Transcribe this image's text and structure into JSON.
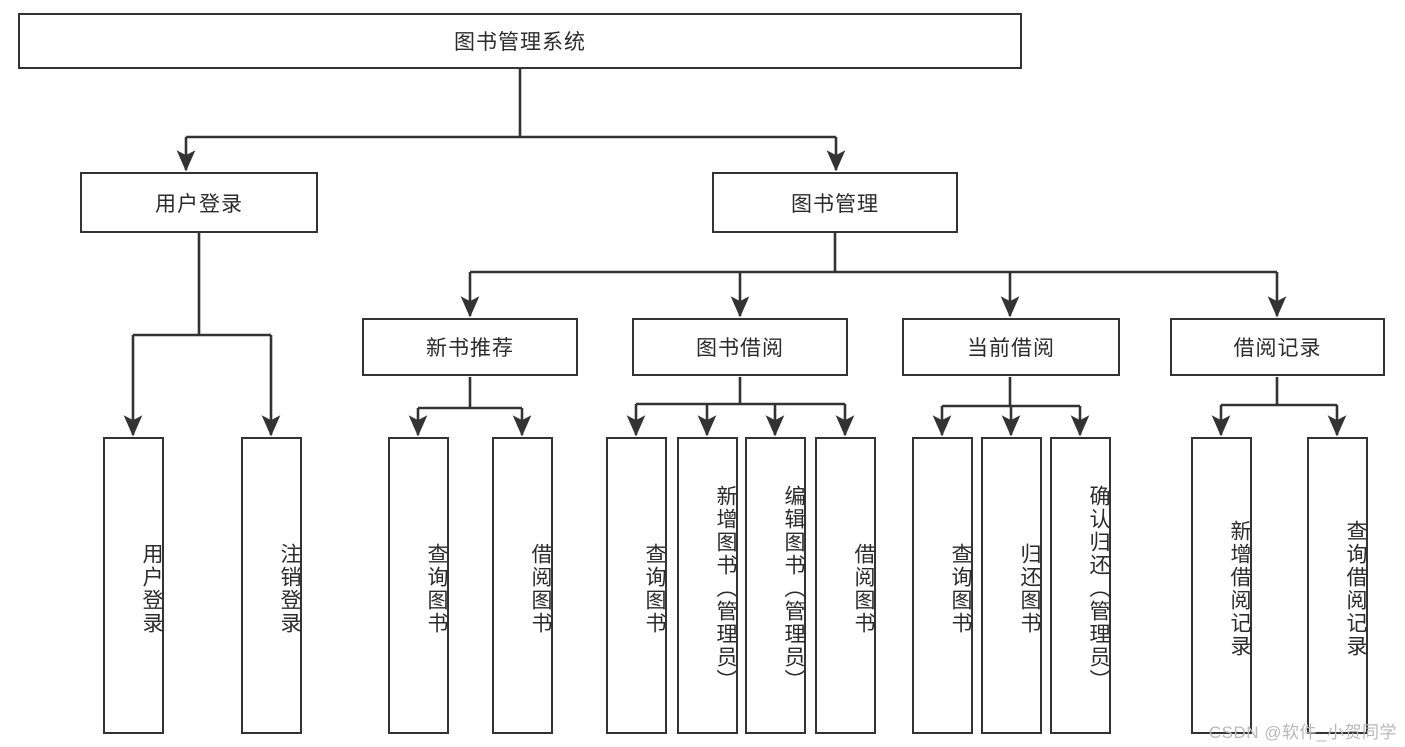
{
  "diagram": {
    "title": "图书管理系统",
    "type": "tree-hierarchy",
    "orientation": "top-down",
    "stroke_color": "#333333",
    "fill_color": "#ffffff",
    "text_color": "#2b2b2b"
  },
  "nodes": {
    "root": {
      "label": "图书管理系统",
      "level": 0
    },
    "level1": [
      {
        "id": "user-login",
        "label": "用户登录"
      },
      {
        "id": "book-manage",
        "label": "图书管理"
      }
    ],
    "level2": [
      {
        "id": "new-book-recommend",
        "label": "新书推荐"
      },
      {
        "id": "book-borrow",
        "label": "图书借阅"
      },
      {
        "id": "current-borrow",
        "label": "当前借阅"
      },
      {
        "id": "borrow-record",
        "label": "借阅记录"
      }
    ],
    "leaves": {
      "user-login": [
        {
          "id": "leaf-user-login",
          "label": "用户登录"
        },
        {
          "id": "leaf-user-logout",
          "label": "注销登录"
        }
      ],
      "new-book-recommend": [
        {
          "id": "leaf-query-book-1",
          "label": "查询图书"
        },
        {
          "id": "leaf-borrow-book-1",
          "label": "借阅图书"
        }
      ],
      "book-borrow": [
        {
          "id": "leaf-query-book-2",
          "label": "查询图书"
        },
        {
          "id": "leaf-add-book",
          "label": "新增图书（管理员）"
        },
        {
          "id": "leaf-edit-book",
          "label": "编辑图书（管理员）"
        },
        {
          "id": "leaf-borrow-book-2",
          "label": "借阅图书"
        }
      ],
      "current-borrow": [
        {
          "id": "leaf-query-book-3",
          "label": "查询图书"
        },
        {
          "id": "leaf-return-book",
          "label": "归还图书"
        },
        {
          "id": "leaf-confirm-return",
          "label": "确认归还（管理员）"
        }
      ],
      "borrow-record": [
        {
          "id": "leaf-add-record",
          "label": "新增借阅记录"
        },
        {
          "id": "leaf-query-record",
          "label": "查询借阅记录"
        }
      ]
    }
  },
  "watermark": {
    "text": "CSDN @软件_小贺同学"
  }
}
